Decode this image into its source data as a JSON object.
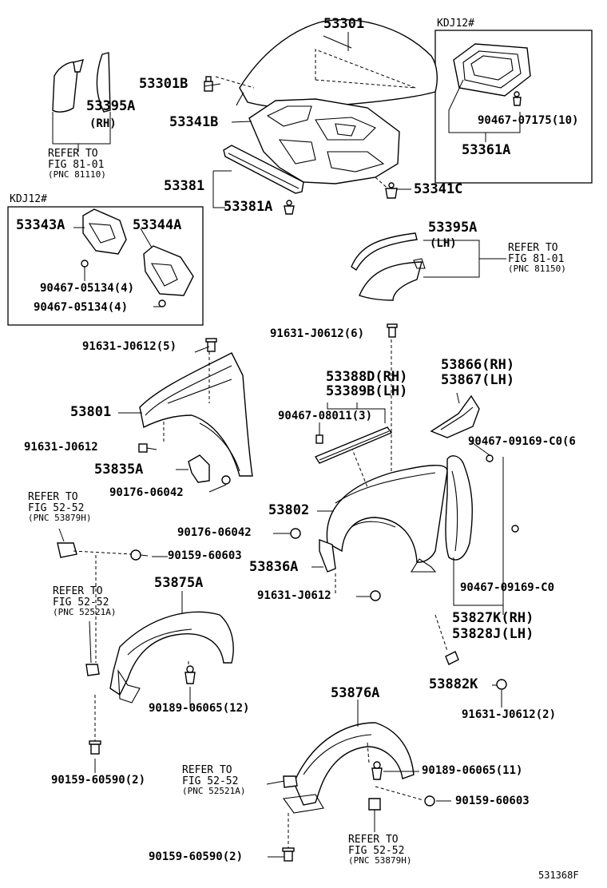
{
  "labels": {
    "p53301": "53301",
    "p53301b": "53301B",
    "p53341b": "53341B",
    "p53381": "53381",
    "p53381a": "53381A",
    "p53341c": "53341C",
    "p53395a_rh": "53395A",
    "rh": "(RH)",
    "p53395a_lh": "53395A",
    "lh": "(LH)",
    "p53361a": "53361A",
    "b90467_07175": "90467-07175(10)",
    "p53343a": "53343A",
    "p53344a": "53344A",
    "b90467_05134_a": "90467-05134(4)",
    "b90467_05134_b": "90467-05134(4)",
    "b91631_j0612_5": "91631-J0612(5)",
    "b91631_j0612_6": "91631-J0612(6)",
    "p53388d": "53388D(RH)",
    "p53389b": "53389B(LH)",
    "b90467_08011": "90467-08011(3)",
    "p53866": "53866(RH)",
    "p53867": "53867(LH)",
    "b90467_09169_6": "90467-09169-C0(6",
    "p53801": "53801",
    "b91631_j0612_l": "91631-J0612",
    "p53835a": "53835A",
    "b90176_06042_l": "90176-06042",
    "p53802": "53802",
    "b90176_06042_r": "90176-06042",
    "b90159_60603_t": "90159-60603",
    "p53836a": "53836A",
    "b91631_j0612_r": "91631-J0612",
    "b90467_09169": "90467-09169-C0",
    "p53827k": "53827K(RH)",
    "p53828j": "53828J(LH)",
    "p53875a": "53875A",
    "b90189_06065_12": "90189-06065(12)",
    "p53882k": "53882K",
    "b91631_j0612_2": "91631-J0612(2)",
    "p53876a": "53876A",
    "b90189_06065_11": "90189-06065(11)",
    "b90159_60603_b": "90159-60603",
    "b90159_60590_l": "90159-60590(2)",
    "b90159_60590_b": "90159-60590(2)",
    "diagram_id": "531368F"
  },
  "kdj_boxes": {
    "top_right": "KDJ12#",
    "left": "KDJ12#"
  },
  "refers": {
    "fig81_rh": {
      "line1": "REFER TO",
      "line2": "FIG 81-01",
      "line3": "(PNC 81110)"
    },
    "fig81_lh": {
      "line1": "REFER TO",
      "line2": "FIG 81-01",
      "line3": "(PNC 81150)"
    },
    "fig52_a": {
      "line1": "REFER TO",
      "line2": "FIG 52-52",
      "line3": "(PNC 53879H)"
    },
    "fig52_b": {
      "line1": "REFER TO",
      "line2": "FIG 52-52",
      "line3": "(PNC 52521A)"
    },
    "fig52_c": {
      "line1": "REFER TO",
      "line2": "FIG 52-52",
      "line3": "(PNC 52521A)"
    },
    "fig52_d": {
      "line1": "REFER TO",
      "line2": "FIG 52-52",
      "line3": "(PNC 53879H)"
    }
  }
}
